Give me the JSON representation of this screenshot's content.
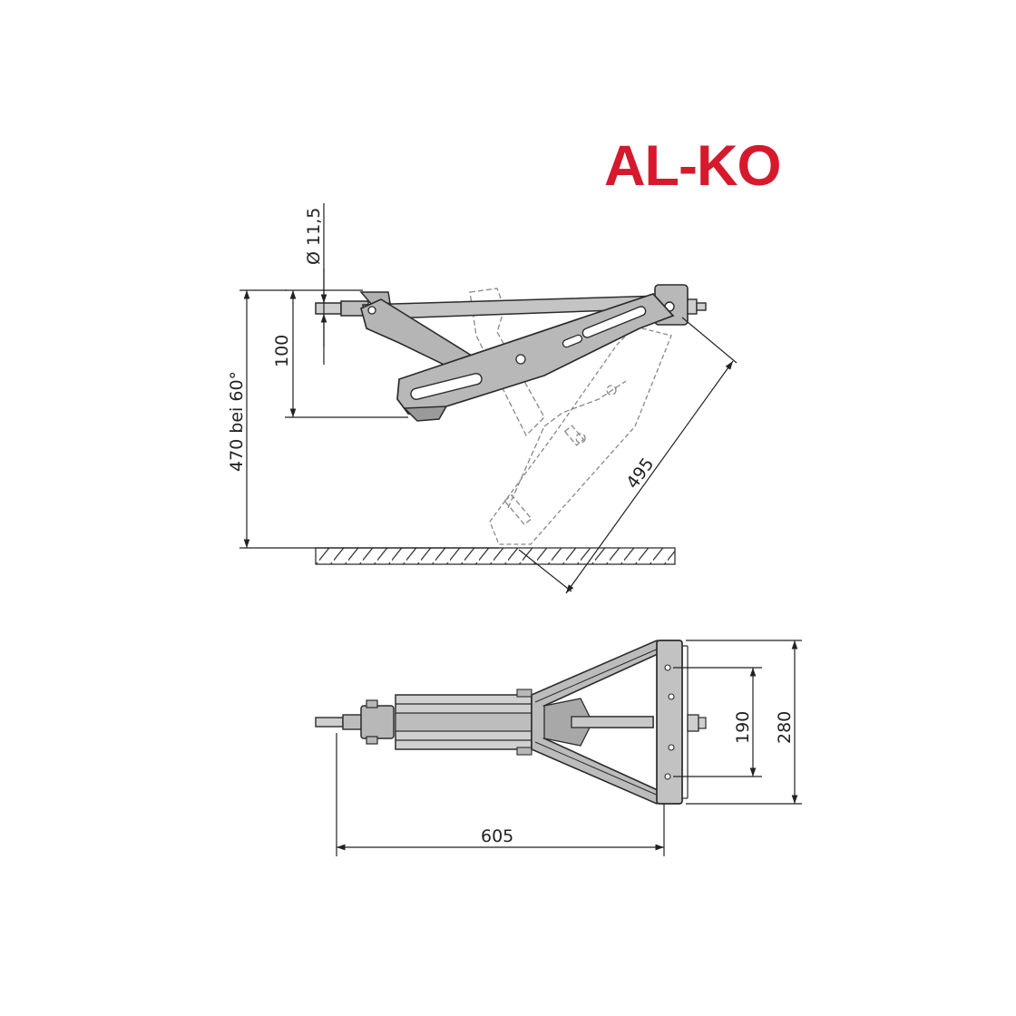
{
  "brand": {
    "logo_text": "AL-KO",
    "logo_part1": "AL",
    "logo_part2": "KO",
    "color": "#d7192d"
  },
  "side_view": {
    "dim_diameter": "Ø 11,5",
    "dim_height_retracted": "100",
    "dim_height_extended": "470 bei 60°",
    "dim_arm_length": "495"
  },
  "top_view": {
    "dim_length": "605",
    "dim_inner_width": "190",
    "dim_outer_width": "280"
  },
  "colors": {
    "part_fill": "#b8b8b8",
    "part_stroke": "#2b2b2b",
    "dim_line": "#222222",
    "ghost_line": "#7a7a7a"
  }
}
